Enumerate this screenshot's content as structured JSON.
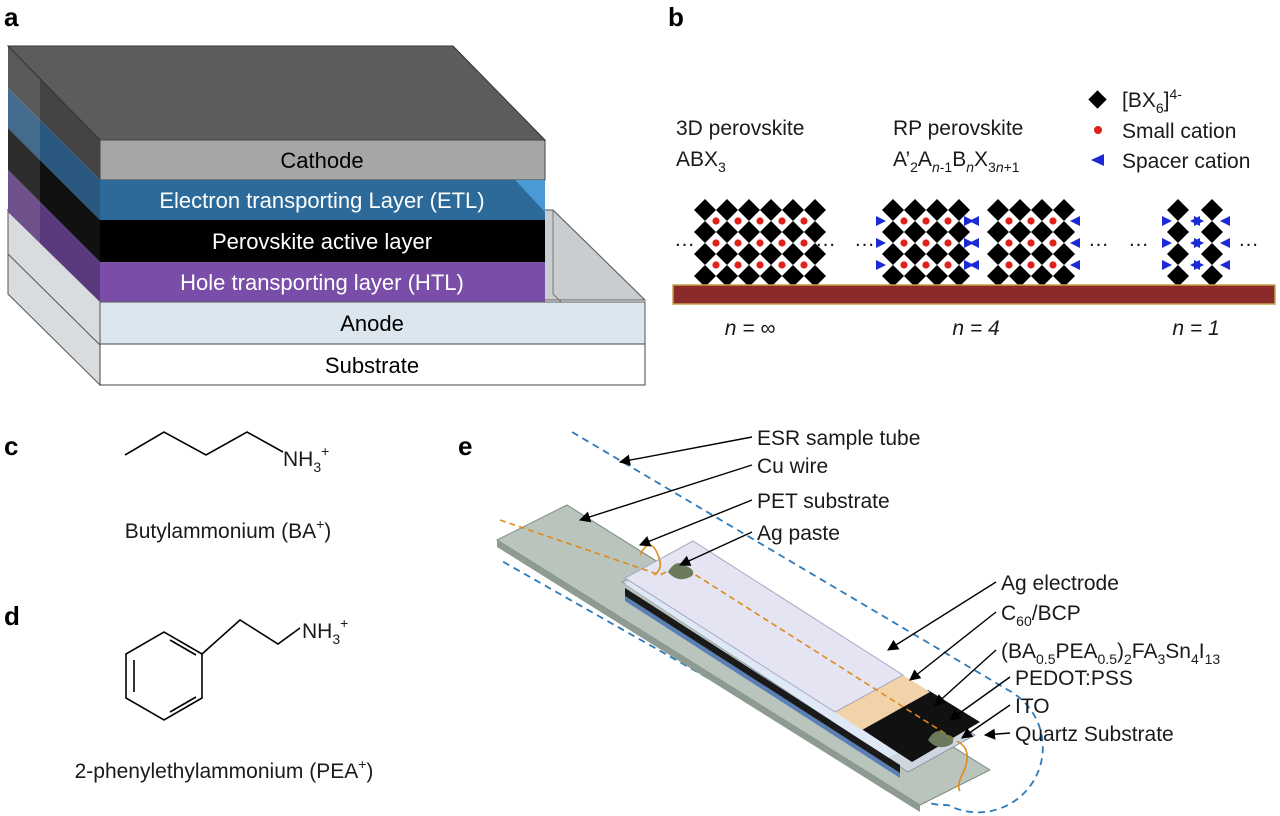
{
  "panels": {
    "a": "a",
    "b": "b",
    "c": "c",
    "d": "d",
    "e": "e"
  },
  "stack": {
    "cathode": "Cathode",
    "etl": "Electron transporting Layer (ETL)",
    "active": "Perovskite active layer",
    "htl": "Hole transporting layer (HTL)",
    "anode": "Anode",
    "substrate": "Substrate"
  },
  "perovskite": {
    "col1_title": "3D perovskite",
    "col1_formula": "ABX3",
    "col2_title": "RP perovskite",
    "col2_formula": "A’2An-1BnX3n+1",
    "legend_octahedra": "[BX6]4-",
    "legend_small": "Small cation",
    "legend_spacer": "Spacer cation",
    "n_labels": [
      "n = ∞",
      "n = 4",
      "n = 1"
    ],
    "ellipsis": "…"
  },
  "molecules": {
    "ba_group": "NH3+",
    "ba_name": "Butylammonium (BA+)",
    "pea_group": "NH3+",
    "pea_name": "2-phenylethylammonium (PEA+)"
  },
  "device": {
    "labels": [
      "ESR sample tube",
      "Cu wire",
      "PET substrate",
      "Ag paste",
      "Ag electrode",
      "C60/BCP",
      "(BA0.5PEA0.5)2FA3Sn4I13",
      "PEDOT:PSS",
      "ITO",
      "Quartz Substrate"
    ]
  },
  "colors": {
    "cathode": "#a6a6a6",
    "etl": "#2b6a99",
    "active": "#000000",
    "htl": "#7a4ea8",
    "anode": "#dbe6ee",
    "substrate": "#ffffff",
    "baseline_bar": "#8b2a2a",
    "small_cation": "#e0201b",
    "spacer_cation": "#1a2ad6",
    "tube_dash": "#2e7ab8",
    "cu_wire": "#e08a1a",
    "ag_paste": "#6b7a5a",
    "c60": "#f2d2a8"
  }
}
